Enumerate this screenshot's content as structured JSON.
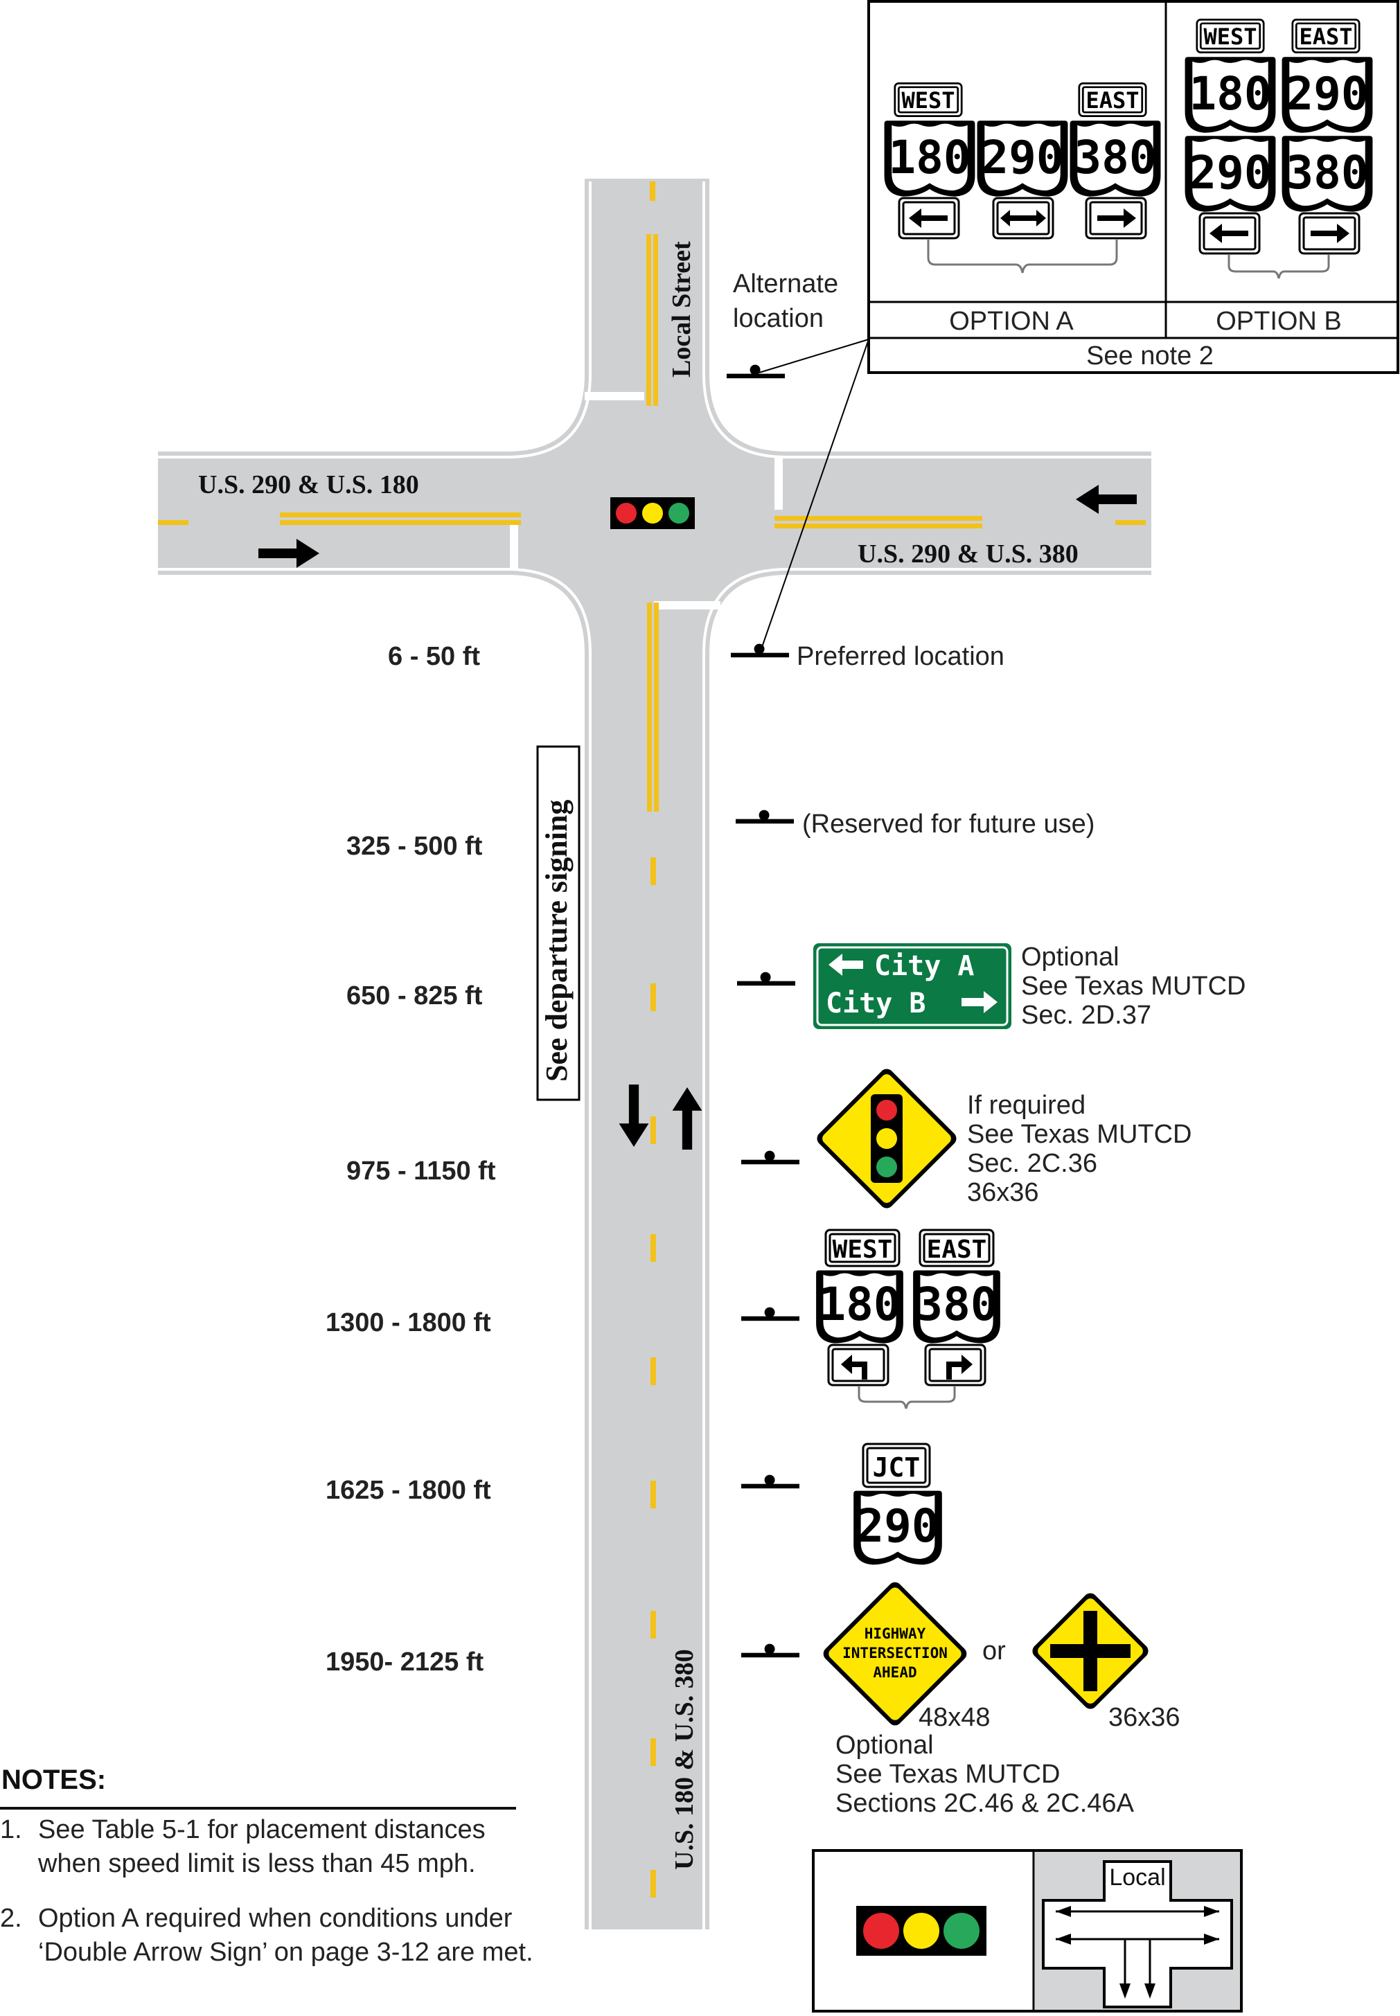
{
  "roads": {
    "local_street": "Local Street",
    "west_road": "U.S. 290 & U.S. 180",
    "east_road": "U.S. 290 & U.S. 380",
    "south_road": "U.S. 180 & U.S. 380"
  },
  "departure_signing": "See departure signing",
  "distances": [
    "6 - 50 ft",
    "325 - 500 ft",
    "650 - 825 ft",
    "975 - 1150 ft",
    "1300 - 1800 ft",
    "1625 - 1800 ft",
    "1950-  2125 ft"
  ],
  "locations": {
    "alternate_line1": "Alternate",
    "alternate_line2": "location",
    "preferred": "Preferred location",
    "reserved": "(Reserved for future use)"
  },
  "guide_sign": {
    "line1": "City  A",
    "line2": "City B",
    "color": "#0b7a45"
  },
  "guide_note": [
    "Optional",
    "See Texas MUTCD",
    "Sec. 2D.37"
  ],
  "signal_ahead_note": [
    "If required",
    "See Texas MUTCD",
    "Sec. 2C.36",
    "36x36"
  ],
  "route_signs": {
    "west": "WEST",
    "east": "EAST",
    "jct": "JCT",
    "n180": "180",
    "n290": "290",
    "n380": "380"
  },
  "intersection_sign": {
    "line1": "HIGHWAY",
    "line2": "INTERSECTION",
    "line3": "AHEAD",
    "size": "48x48"
  },
  "or_text": "or",
  "cross_size": "36x36",
  "warning_note": [
    "Optional",
    "See Texas MUTCD",
    "Sections 2C.46 & 2C.46A"
  ],
  "options": {
    "a": "OPTION A",
    "b": "OPTION B",
    "note": "See note 2"
  },
  "legend": {
    "local": "Local"
  },
  "notes": {
    "heading": "NOTES:",
    "items": [
      {
        "num": "1.",
        "line1": "See Table 5-1 for placement distances",
        "line2": "when speed limit is less than 45 mph."
      },
      {
        "num": "2.",
        "line1": "Option A required when conditions under",
        "line2": "‘Double Arrow Sign’ on page 3-12 are met."
      }
    ]
  },
  "colors": {
    "road": "#cfd0d2",
    "yellow_line": "#f2c21a",
    "sign_yellow": "#ffe600",
    "red": "#e8262d",
    "green": "#27a85a"
  }
}
